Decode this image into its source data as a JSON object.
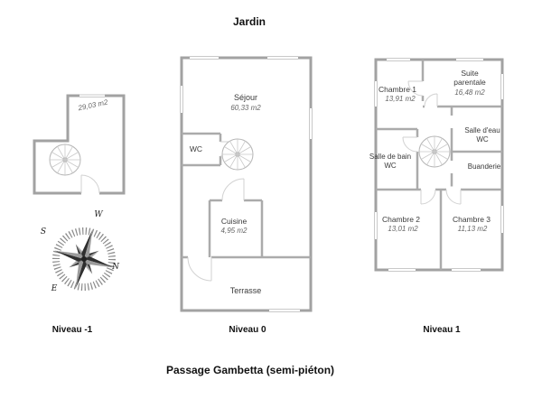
{
  "page": {
    "top_label": "Jardin",
    "bottom_label": "Passage Gambetta (semi-piéton)"
  },
  "compass": {
    "north": "N",
    "east": "E",
    "south": "S",
    "west": "W"
  },
  "levels": {
    "minus1": {
      "label": "Niveau -1",
      "area": "29,03 m2"
    },
    "zero": {
      "label": "Niveau 0",
      "sejour_name": "Séjour",
      "sejour_area": "60,33 m2",
      "wc": "WC",
      "cuisine_name": "Cuisine",
      "cuisine_area": "4,95 m2",
      "terrasse": "Terrasse"
    },
    "one": {
      "label": "Niveau 1",
      "chambre1_name": "Chambre 1",
      "chambre1_area": "13,91 m2",
      "suite_name": "Suite parentale",
      "suite_area": "16,48 m2",
      "salle_eau_name": "Salle d'eau",
      "salle_eau_wc": "WC",
      "buanderie": "Buanderie",
      "salle_bain_name": "Salle de bain",
      "salle_bain_wc": "WC",
      "chambre2_name": "Chambre 2",
      "chambre2_area": "13,01 m2",
      "chambre3_name": "Chambre 3",
      "chambre3_area": "11,13 m2"
    }
  }
}
